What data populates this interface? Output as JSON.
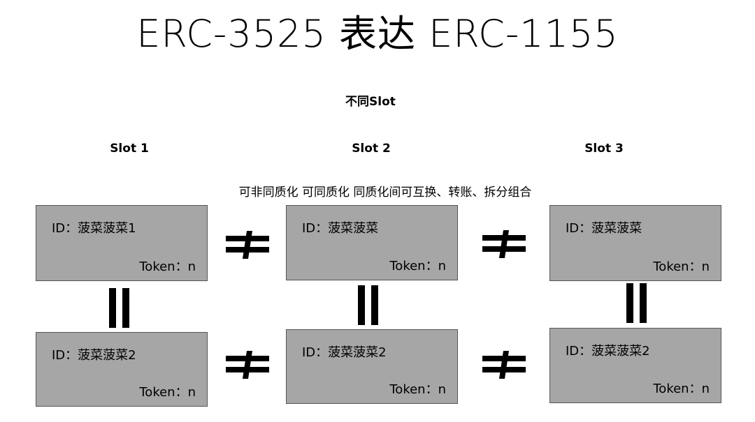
{
  "title": "ERC-3525 表达 ERC-1155",
  "subtitle": "不同Slot",
  "slots": [
    {
      "label": "Slot 1"
    },
    {
      "label": "Slot 2"
    },
    {
      "label": "Slot 3"
    }
  ],
  "description": "可非同质化 可同质化 同质化间可互换、转账、拆分组合",
  "cards": {
    "top": [
      {
        "id": "ID：菠菜菠菜1",
        "token": "Token：n"
      },
      {
        "id": "ID：菠菜菠菜",
        "token": "Token：n"
      },
      {
        "id": "ID：菠菜菠菜",
        "token": "Token：n"
      }
    ],
    "bottom": [
      {
        "id": "ID：菠菜菠菜2",
        "token": "Token：n"
      },
      {
        "id": "ID：菠菜菠菜2",
        "token": "Token：n"
      },
      {
        "id": "ID：菠菜菠菜2",
        "token": "Token：n"
      }
    ]
  },
  "colors": {
    "card_fill": "#a6a6a6",
    "symbol": "#000000"
  },
  "icons": {
    "not_equal": "not-equal-icon",
    "equal": "equal-icon"
  }
}
